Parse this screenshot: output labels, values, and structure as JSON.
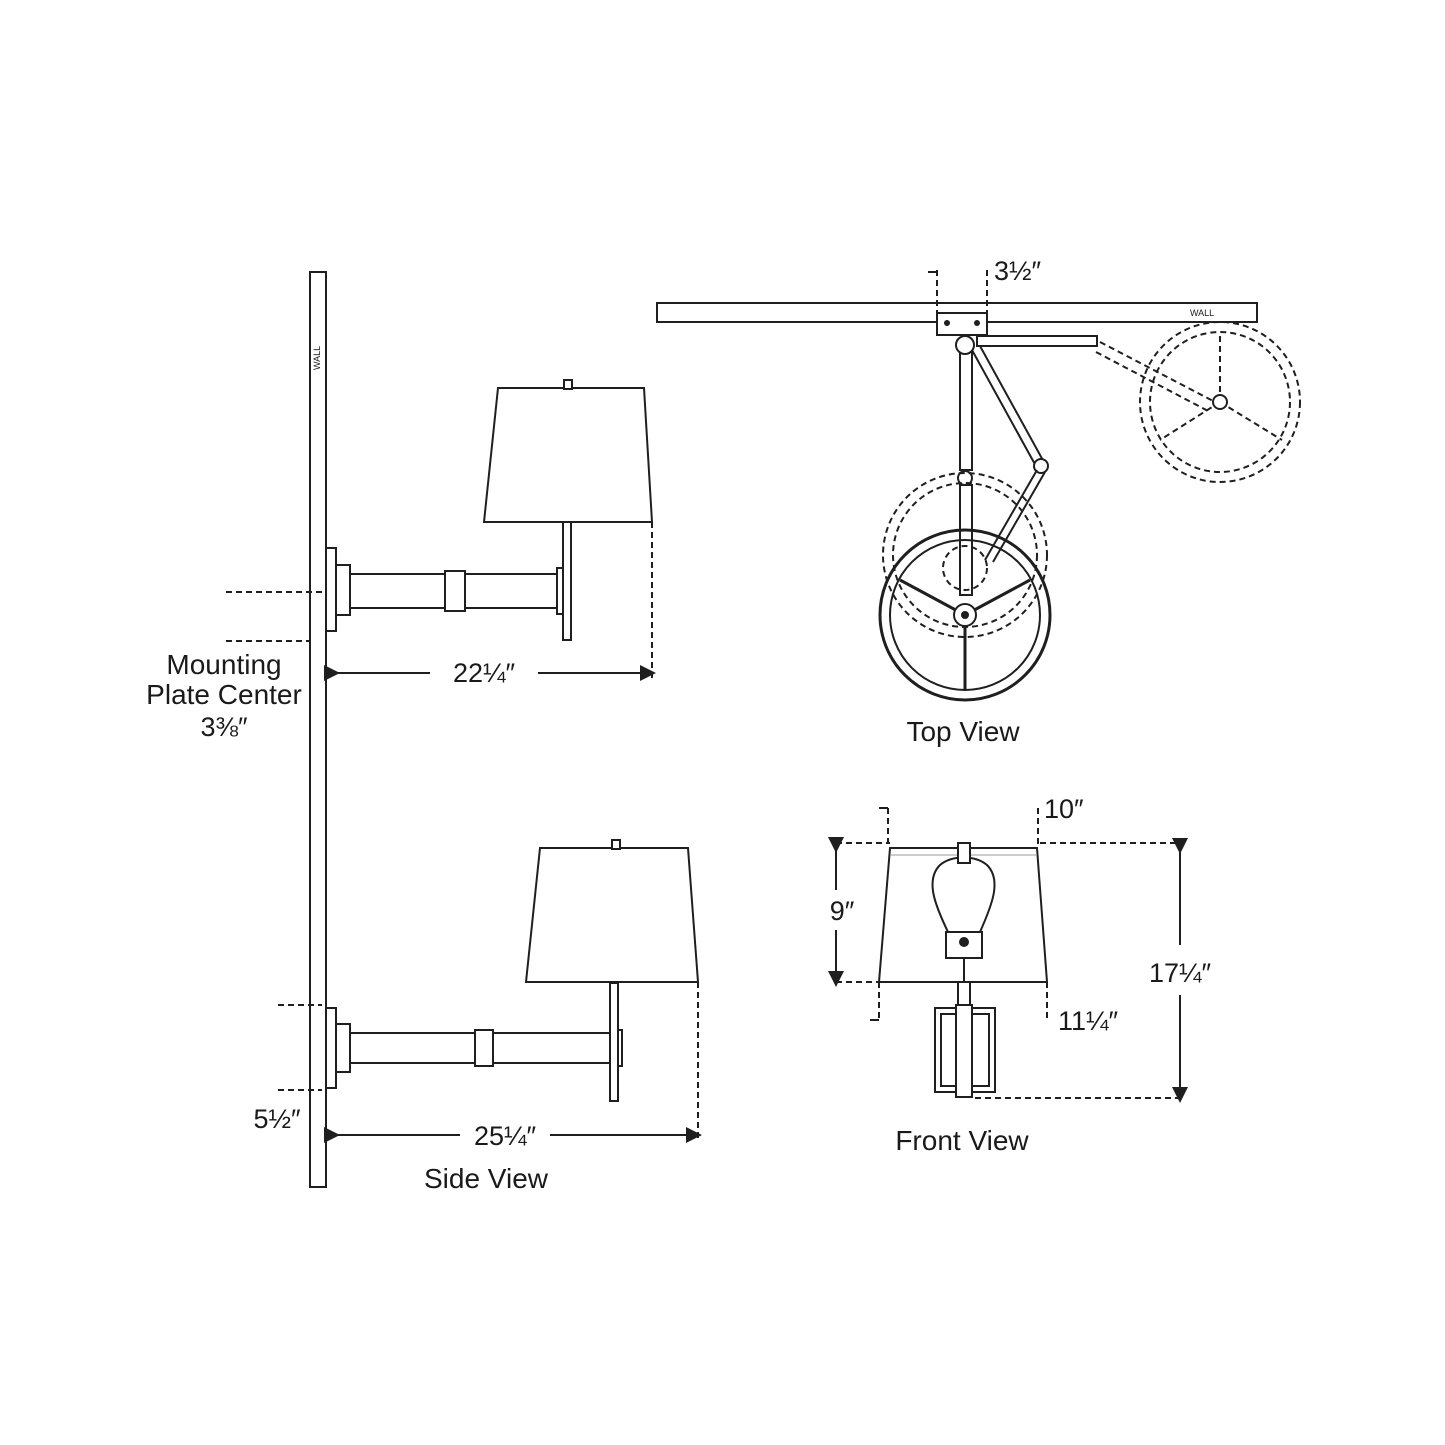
{
  "views": {
    "side": {
      "title": "Side View",
      "dims": {
        "extension_upper": "22¼″",
        "extension_lower": "25¼″",
        "plate_height": "5½″",
        "mounting_center_line1": "Mounting",
        "mounting_center_line2": "Plate Center",
        "mounting_center_value": "3⅜″"
      },
      "wall_label": "WALL"
    },
    "top": {
      "title": "Top View",
      "dims": {
        "backplate_depth": "3½″"
      },
      "wall_label": "WALL"
    },
    "front": {
      "title": "Front View",
      "dims": {
        "shade_top": "10″",
        "shade_height": "9″",
        "shade_bottom": "11¼″",
        "overall_height": "17¼″"
      }
    }
  }
}
